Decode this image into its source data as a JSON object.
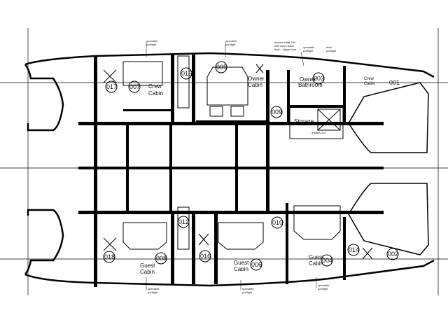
{
  "drawing": {
    "top_hull": {
      "rooms": [
        {
          "number": "017"
        },
        {
          "number": "007",
          "name": [
            "Crew",
            "Cabin"
          ]
        },
        {
          "number": "015"
        },
        {
          "number": "005",
          "name": [
            "Owner",
            "Cabin"
          ]
        },
        {
          "number": "009"
        },
        {
          "number": "003",
          "name": [
            "Owner",
            "Bathroom"
          ]
        },
        {
          "name": [
            "Storage"
          ],
          "note": "winkels 2x2"
        },
        {
          "name": [
            "Crew",
            "Cabin"
          ]
        },
        {
          "number": "001"
        }
      ],
      "notes": [
        {
          "lines": [
            "openable",
            "portlight"
          ]
        },
        {
          "lines": [
            "openable",
            "portlight"
          ]
        },
        {
          "lines": [
            "electric toilet 24V",
            "with fresh water",
            "flush - bigger size"
          ]
        },
        {
          "lines": [
            "openable",
            "portlight"
          ]
        },
        {
          "lines": [
            "blind",
            "portlight"
          ]
        }
      ]
    },
    "bottom_hull": {
      "rooms": [
        {
          "number": "018"
        },
        {
          "number": "008",
          "name": [
            "Guest",
            "Cabin"
          ]
        },
        {
          "number": "012"
        },
        {
          "number": "016"
        },
        {
          "number": "006",
          "name": [
            "Guest",
            "Cabin"
          ]
        },
        {
          "number": "010"
        },
        {
          "number": "004",
          "name": [
            "Guest",
            "Cabin"
          ]
        },
        {
          "number": "014"
        },
        {
          "number": "002"
        }
      ],
      "notes": [
        {
          "lines": [
            "openable",
            "portlight"
          ]
        },
        {
          "lines": [
            "openable",
            "portlight"
          ]
        },
        {
          "lines": [
            "openable",
            "portlight"
          ]
        }
      ]
    }
  }
}
